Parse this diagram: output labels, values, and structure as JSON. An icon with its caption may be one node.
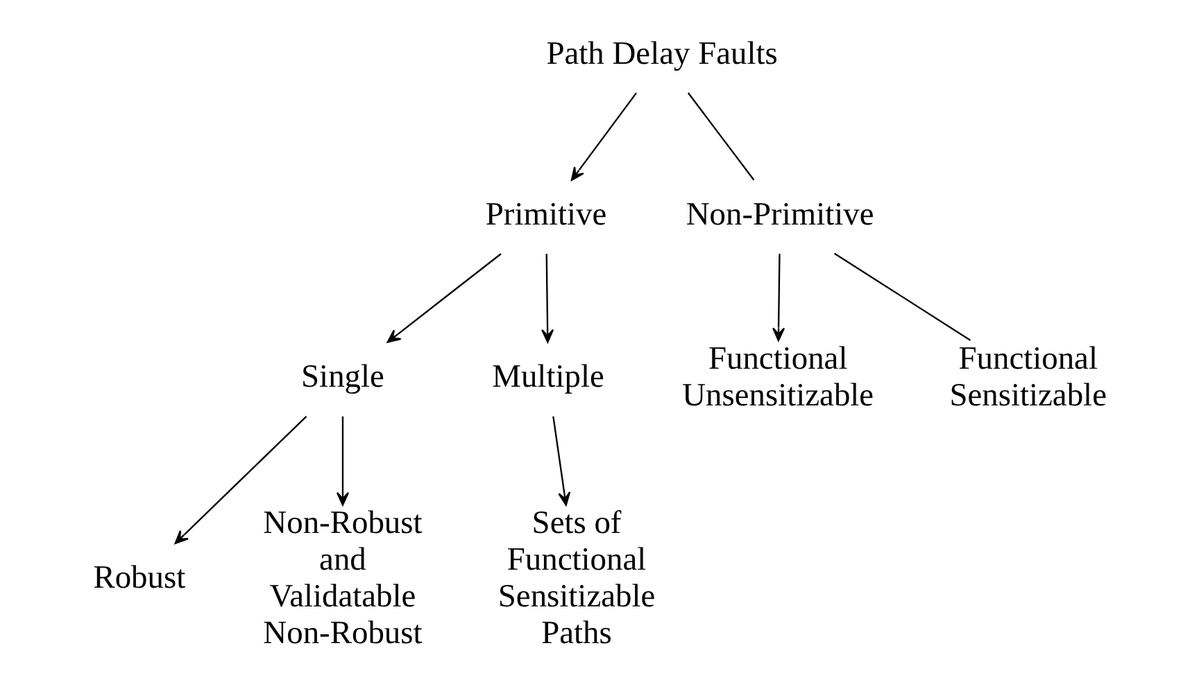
{
  "diagram": {
    "nodes": [
      {
        "text": [
          "Path Delay Faults"
        ]
      },
      {
        "text": [
          "Primitive"
        ]
      },
      {
        "text": [
          "Non-Primitive"
        ]
      },
      {
        "text": [
          "Single"
        ]
      },
      {
        "text": [
          "Multiple"
        ]
      },
      {
        "text": [
          "Functional Unsensitizable"
        ]
      },
      {
        "text": [
          "Functional Sensitizable"
        ]
      },
      {
        "text": [
          "Robust"
        ]
      },
      {
        "text": [
          "Non-Robust and Validatable Non-Robust"
        ]
      },
      {
        "text": [
          "Sets of Functional Sensitizable Paths"
        ]
      }
    ],
    "edges": [
      {
        "from": 0,
        "to": 1,
        "arrow": "to"
      },
      {
        "from": 0,
        "to": 2,
        "arrow": "none"
      },
      {
        "from": 1,
        "to": 3,
        "arrow": "to"
      },
      {
        "from": 1,
        "to": 4,
        "arrow": "to"
      },
      {
        "from": 2,
        "to": 5,
        "arrow": "to"
      },
      {
        "from": 2,
        "to": 6,
        "arrow": "none"
      },
      {
        "from": 3,
        "to": 7,
        "arrow": "to"
      },
      {
        "from": 3,
        "to": 8,
        "arrow": "to"
      },
      {
        "from": 4,
        "to": 9,
        "arrow": "to"
      }
    ]
  }
}
